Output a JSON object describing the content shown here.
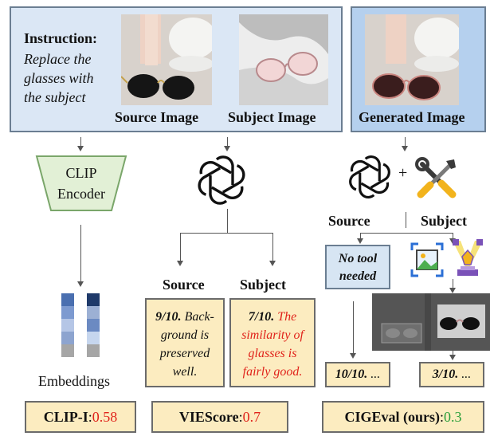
{
  "instruction": {
    "title": "Instruction:",
    "lines": [
      "Replace the",
      "glasses with",
      "the subject"
    ]
  },
  "images": {
    "source_label": "Source Image",
    "subject_label": "Subject Image",
    "generated_label": "Generated Image"
  },
  "clip": {
    "line1": "CLIP",
    "line2": "Encoder",
    "embeddings_label": "Embeddings"
  },
  "viescore": {
    "source_label": "Source",
    "subject_label": "Subject",
    "source_resp": {
      "score": "9/10.",
      "lines": [
        "Back-",
        "ground is",
        "preserved",
        "well."
      ]
    },
    "subject_resp": {
      "score": "7/10.",
      "lines": [
        "The",
        "similarity of",
        "glasses is",
        "fairly good."
      ]
    }
  },
  "cigeval": {
    "plus": "+",
    "source_label": "Source",
    "subject_label": "Subject",
    "no_tool": [
      "No tool",
      "needed"
    ],
    "result_source": "10/10.",
    "result_subject": "3/10.",
    "ellipsis": "..."
  },
  "scores": {
    "clip_i": {
      "name": "CLIP-I",
      "sep": ": ",
      "value": "0.58"
    },
    "viescore": {
      "name": "VIEScore",
      "sep": ": ",
      "value": "0.7"
    },
    "cigeval": {
      "name": "CIGEval (ours)",
      "sep": ": ",
      "value": "0.3"
    }
  },
  "colors": {
    "accent_red": "#e0231b",
    "accent_green": "#2a9e3a",
    "box_fill": "#fcecc0",
    "panel_fill": "#dbe7f5"
  },
  "icons": {
    "model": "openai-logo-icon",
    "tools": "tools-icon",
    "image_tool": "image-crop-icon",
    "spotlight_tool": "spotlight-icon"
  }
}
